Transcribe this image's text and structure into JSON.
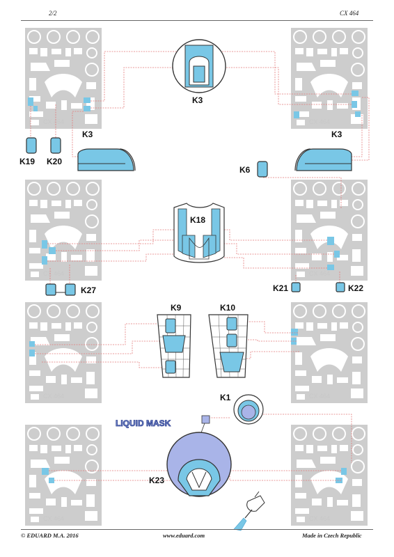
{
  "header": {
    "page": "2/2",
    "code": "CX 464"
  },
  "footer": {
    "copyright": "© EDUARD  M.A. 2016",
    "website": "www.eduard.com",
    "origin": "Made in Czech Republic"
  },
  "sheet_label": "CX 464",
  "liquid_mask": "LIQUID MASK",
  "labels": {
    "k3_top": "K3",
    "k3_left": "K3",
    "k3_right": "K3",
    "k19": "K19",
    "k20": "K20",
    "k6": "K6",
    "k18": "K18",
    "k27": "K27",
    "k21": "K21",
    "k22": "K22",
    "k9": "K9",
    "k10": "K10",
    "k1": "K1",
    "k23": "K23"
  },
  "colors": {
    "mask": "#79c7e6",
    "sheet": "#cdcdcd",
    "leader": "#e47a7a",
    "liquid": "#a9b4e8"
  }
}
